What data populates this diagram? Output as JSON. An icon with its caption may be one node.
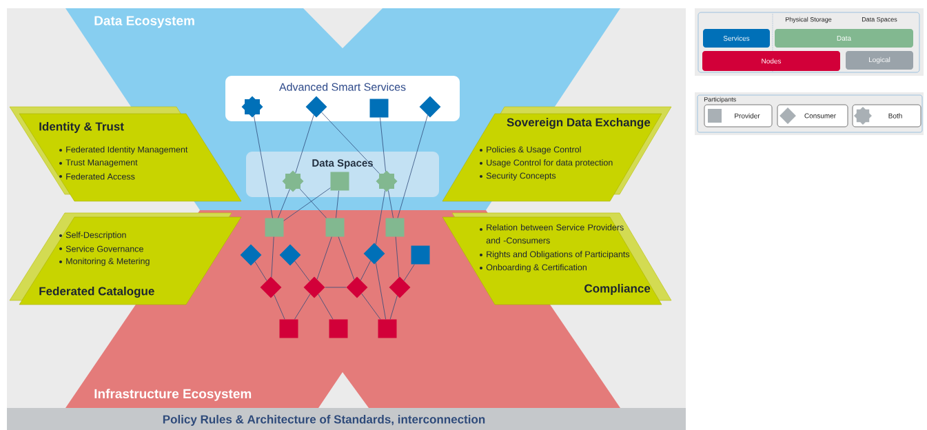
{
  "diagram": {
    "nodes": [
      {
        "text": [
          "Data Ecosystem"
        ]
      },
      {
        "text": [
          "Advanced Smart Services"
        ],
        "in": 0
      },
      {
        "text": [],
        "shape": "star",
        "in": 1
      },
      {
        "text": [],
        "shape": "diamond",
        "in": 1
      },
      {
        "text": [],
        "shape": "box",
        "in": 1
      },
      {
        "text": [],
        "shape": "diamond",
        "in": 1
      },
      {
        "text": [
          "Identity & Trust",
          "Federated Identity Management",
          "Trust Management",
          "Federated Access"
        ]
      },
      {
        "text": [
          "Sovereign Data Exchange",
          "Policies & Usage Control",
          "Usage Control for data protection",
          "Security Concepts"
        ]
      },
      {
        "text": [
          "Data Spaces"
        ],
        "in": 0
      },
      {
        "text": [],
        "shape": "star",
        "in": 8
      },
      {
        "text": [],
        "shape": "box",
        "in": 8
      },
      {
        "text": [],
        "shape": "star",
        "in": 8
      },
      {
        "text": [
          "Self-Description",
          "Service Governance",
          "Monitoring & Metering",
          "Federated Catalogue"
        ]
      },
      {
        "text": [
          "Relation between Service Providers and -Consumers",
          "Rights and Obligations of Participants",
          "Onboarding & Certification",
          "Compliance"
        ]
      },
      {
        "text": [
          "Infrastructure Ecosystem"
        ]
      },
      {
        "text": [],
        "shape": "box",
        "in": 14
      },
      {
        "text": [],
        "shape": "box",
        "in": 14
      },
      {
        "text": [],
        "shape": "box",
        "in": 14
      },
      {
        "text": [],
        "shape": "diamond",
        "in": 14
      },
      {
        "text": [],
        "shape": "diamond",
        "in": 14
      },
      {
        "text": [],
        "shape": "diamond",
        "in": 14
      },
      {
        "text": [],
        "shape": "box",
        "in": 14
      },
      {
        "text": [],
        "shape": "diamond",
        "in": 14
      },
      {
        "text": [],
        "shape": "diamond",
        "in": 14
      },
      {
        "text": [],
        "shape": "diamond",
        "in": 14
      },
      {
        "text": [],
        "shape": "diamond",
        "in": 14
      },
      {
        "text": [],
        "shape": "box",
        "in": 14
      },
      {
        "text": [],
        "shape": "box",
        "in": 14
      },
      {
        "text": [],
        "shape": "box",
        "in": 14
      },
      {
        "text": [
          "Policy Rules & Architecture of Standards, interconnection"
        ]
      }
    ],
    "edges": [
      {
        "from": 2,
        "to": 15,
        "arrow": "none"
      },
      {
        "from": 3,
        "to": 9,
        "arrow": "none"
      },
      {
        "from": 3,
        "to": 11,
        "arrow": "none"
      },
      {
        "from": 4,
        "to": 11,
        "arrow": "none"
      },
      {
        "from": 5,
        "to": 17,
        "arrow": "none"
      },
      {
        "from": 9,
        "to": 15,
        "arrow": "none"
      },
      {
        "from": 9,
        "to": 16,
        "arrow": "none"
      },
      {
        "from": 10,
        "to": 15,
        "arrow": "none"
      },
      {
        "from": 10,
        "to": 16,
        "arrow": "none"
      },
      {
        "from": 11,
        "to": 20,
        "arrow": "none"
      },
      {
        "from": 11,
        "to": 17,
        "arrow": "none"
      },
      {
        "from": 15,
        "to": 22,
        "arrow": "none"
      },
      {
        "from": 18,
        "to": 22,
        "arrow": "none"
      },
      {
        "from": 19,
        "to": 23,
        "arrow": "none"
      },
      {
        "from": 16,
        "to": 23,
        "arrow": "none"
      },
      {
        "from": 16,
        "to": 24,
        "arrow": "none"
      },
      {
        "from": 23,
        "to": 24,
        "arrow": "none"
      },
      {
        "from": 20,
        "to": 24,
        "arrow": "none"
      },
      {
        "from": 20,
        "to": 28,
        "arrow": "none"
      },
      {
        "from": 17,
        "to": 25,
        "arrow": "none"
      },
      {
        "from": 21,
        "to": 25,
        "arrow": "none"
      },
      {
        "from": 22,
        "to": 26,
        "arrow": "none"
      },
      {
        "from": 23,
        "to": 26,
        "arrow": "none"
      },
      {
        "from": 23,
        "to": 27,
        "arrow": "none"
      },
      {
        "from": 24,
        "to": 28,
        "arrow": "none"
      },
      {
        "from": 25,
        "to": 28,
        "arrow": "none"
      }
    ],
    "labels": [
      "Physical Storage",
      "Data Spaces",
      "Participants"
    ],
    "legend": [
      {
        "text": "Services",
        "color": "#0070b8"
      },
      {
        "text": "Data",
        "color": "#82b890"
      },
      {
        "text": "Nodes",
        "color": "#d20039"
      },
      {
        "text": "Logical",
        "color": "#9aa3aa"
      },
      {
        "text": "Provider"
      },
      {
        "text": "Consumer"
      },
      {
        "text": "Both"
      }
    ]
  }
}
